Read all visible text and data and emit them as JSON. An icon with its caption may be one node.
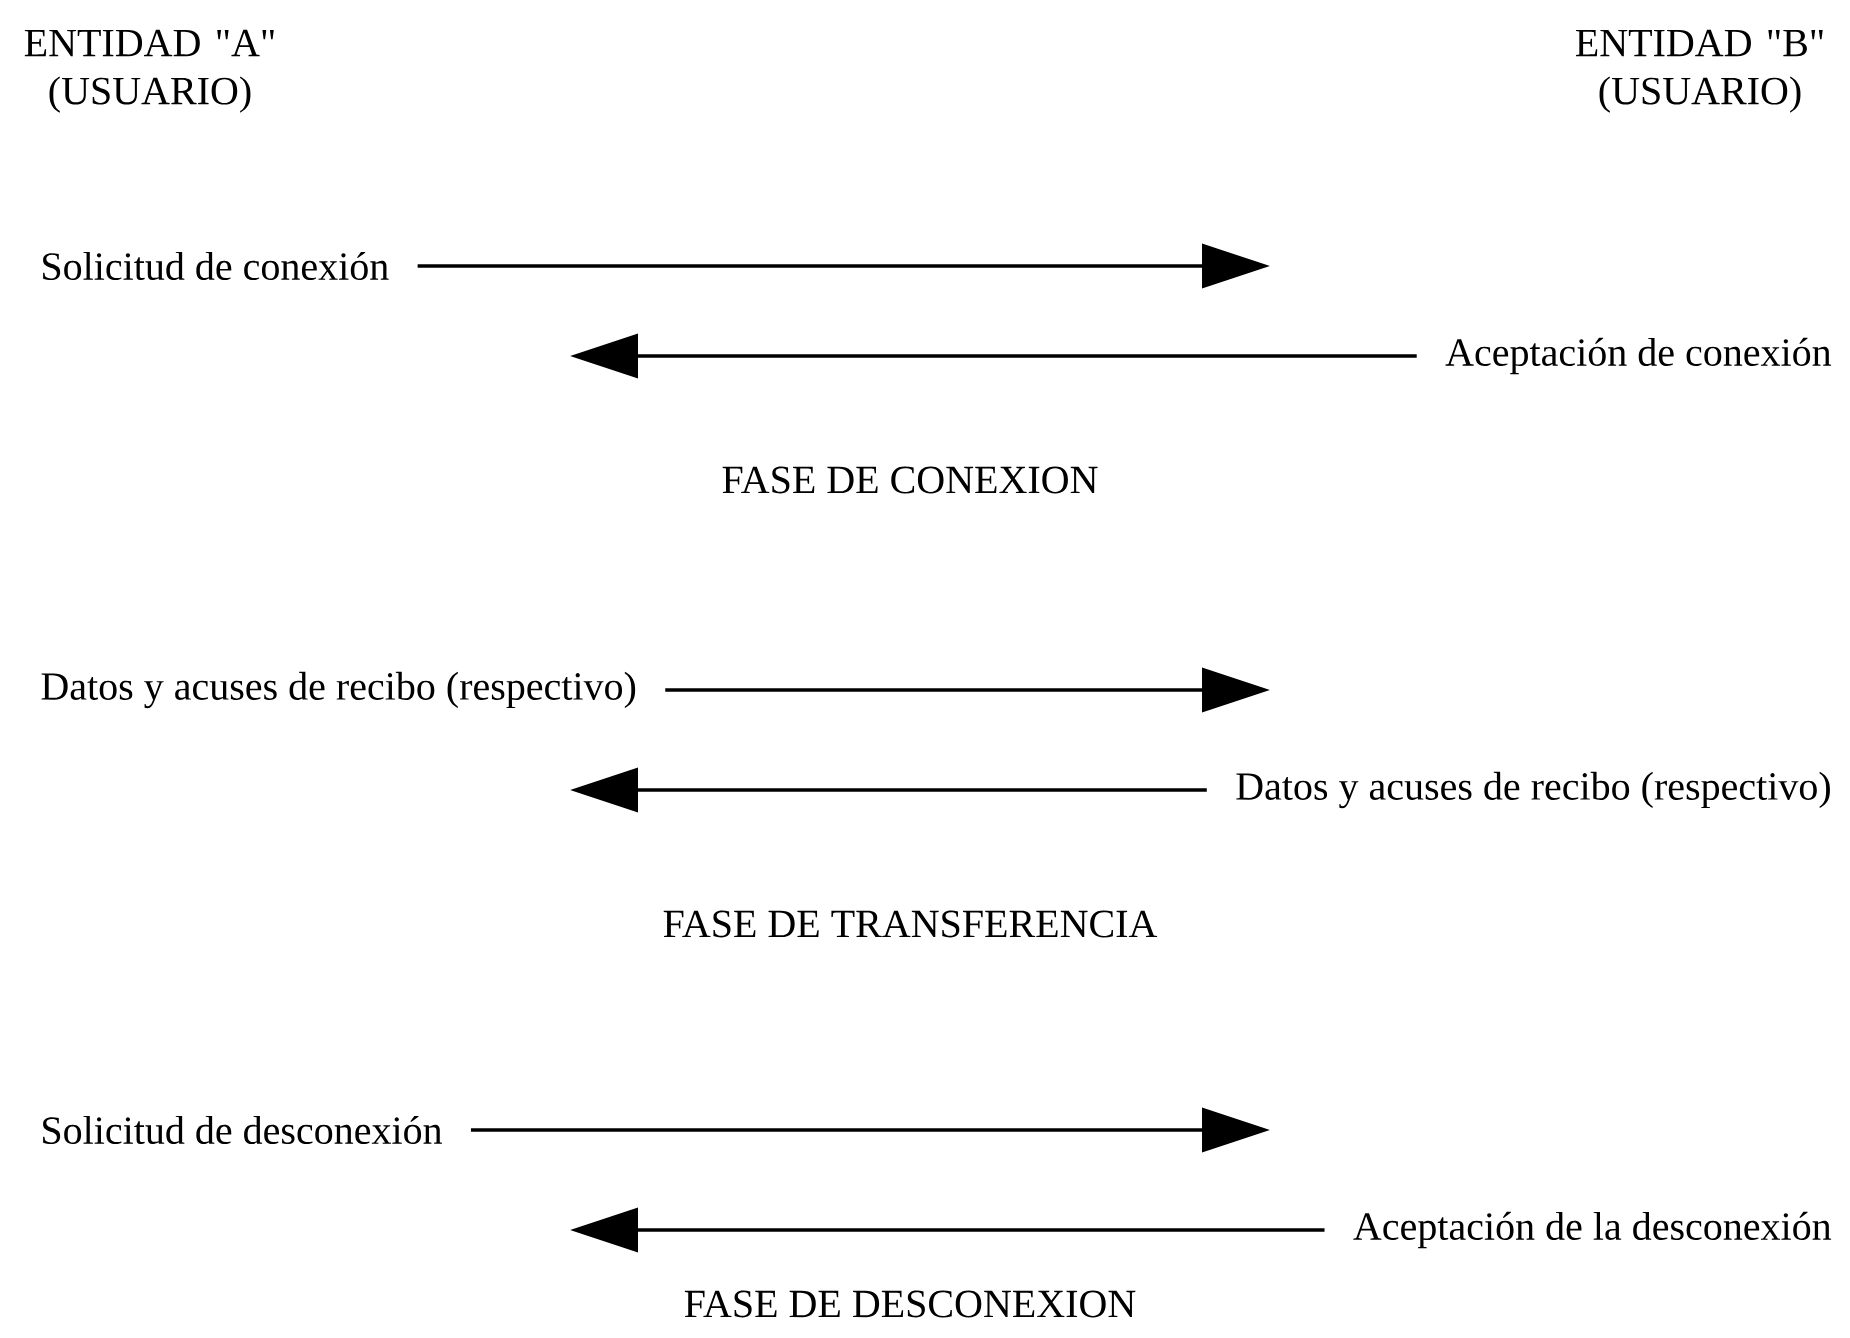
{
  "diagram": {
    "nodes": [
      {
        "text": [
          "Solicitud de conexión"
        ]
      },
      {
        "text": [
          "Aceptación de conexión"
        ]
      },
      {
        "text": [
          "Datos y acuses de recibo (respectivo)"
        ]
      },
      {
        "text": [
          "Datos y acuses de recibo (respectivo)"
        ]
      },
      {
        "text": [
          "Solicitud de desconexión"
        ]
      },
      {
        "text": [
          "Aceptación de la desconexión"
        ]
      }
    ],
    "edges": [
      {
        "from": 0,
        "to": null,
        "arrow": "to"
      },
      {
        "from": 1,
        "to": null,
        "arrow": "to"
      },
      {
        "from": 2,
        "to": null,
        "arrow": "to"
      },
      {
        "from": 3,
        "to": null,
        "arrow": "to"
      },
      {
        "from": 4,
        "to": null,
        "arrow": "to"
      },
      {
        "from": 5,
        "to": null,
        "arrow": "to"
      }
    ],
    "labels": [
      "ENTIDAD \"A\" (USUARIO)",
      "ENTIDAD \"B\" (USUARIO)",
      "FASE DE CONEXION",
      "FASE DE TRANSFERENCIA",
      "FASE DE DESCONEXION"
    ]
  }
}
